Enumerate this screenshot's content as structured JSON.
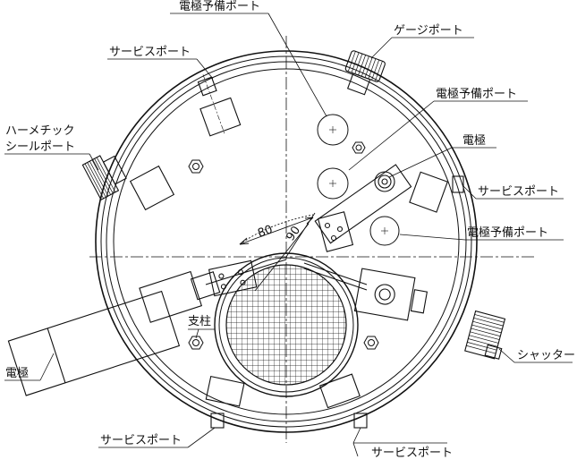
{
  "labels": {
    "electrode_spare_port": "電極予備ポート",
    "gauge_port": "ゲージポート",
    "service_port": "サービスポート",
    "hermetic_seal_port_line1": "ハーメチック",
    "hermetic_seal_port_line2": "シールポート",
    "electrode": "電極",
    "support_pillar": "支柱",
    "shutter": "シャッター"
  },
  "dimensions": {
    "dim_a": "80",
    "dim_b": "90"
  },
  "colors": {
    "line": "#111111",
    "background": "#ffffff"
  }
}
